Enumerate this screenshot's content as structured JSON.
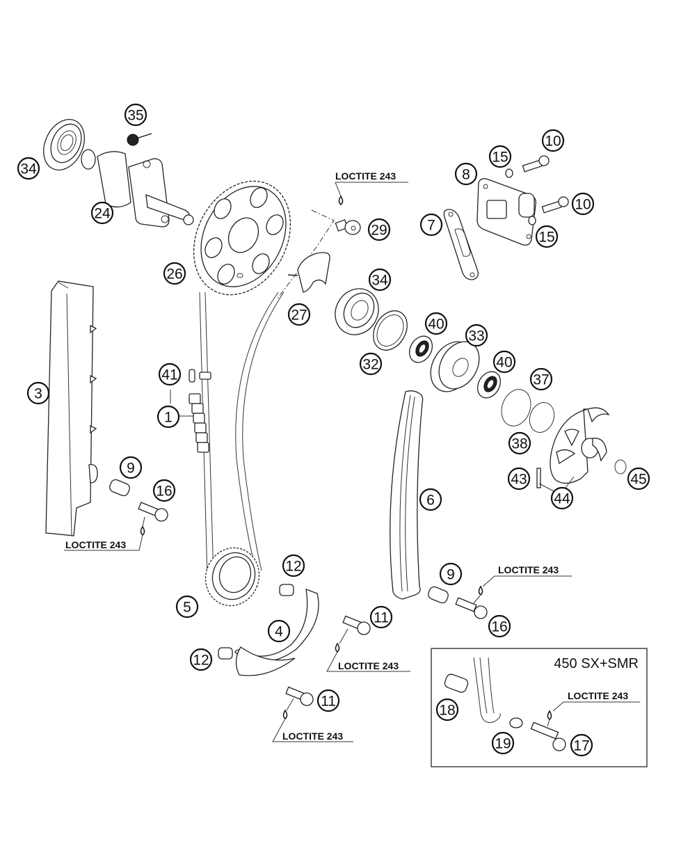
{
  "diagram": {
    "title": "Timing chain / camshaft / water pump exploded view",
    "callouts": [
      {
        "id": "c35",
        "label": "35"
      },
      {
        "id": "c34a",
        "label": "34"
      },
      {
        "id": "c24",
        "label": "24"
      },
      {
        "id": "c26",
        "label": "26"
      },
      {
        "id": "c29",
        "label": "29"
      },
      {
        "id": "c27",
        "label": "27"
      },
      {
        "id": "c8",
        "label": "8"
      },
      {
        "id": "c7",
        "label": "7"
      },
      {
        "id": "c15a",
        "label": "15"
      },
      {
        "id": "c15b",
        "label": "15"
      },
      {
        "id": "c10a",
        "label": "10"
      },
      {
        "id": "c10b",
        "label": "10"
      },
      {
        "id": "c34b",
        "label": "34"
      },
      {
        "id": "c32",
        "label": "32"
      },
      {
        "id": "c40a",
        "label": "40"
      },
      {
        "id": "c33",
        "label": "33"
      },
      {
        "id": "c40b",
        "label": "40"
      },
      {
        "id": "c37",
        "label": "37"
      },
      {
        "id": "c38",
        "label": "38"
      },
      {
        "id": "c43",
        "label": "43"
      },
      {
        "id": "c44",
        "label": "44"
      },
      {
        "id": "c45",
        "label": "45"
      },
      {
        "id": "c3",
        "label": "3"
      },
      {
        "id": "c41",
        "label": "41"
      },
      {
        "id": "c1",
        "label": "1"
      },
      {
        "id": "c9a",
        "label": "9"
      },
      {
        "id": "c16a",
        "label": "16"
      },
      {
        "id": "c6",
        "label": "6"
      },
      {
        "id": "c9b",
        "label": "9"
      },
      {
        "id": "c16b",
        "label": "16"
      },
      {
        "id": "c12a",
        "label": "12"
      },
      {
        "id": "c12b",
        "label": "12"
      },
      {
        "id": "c5",
        "label": "5"
      },
      {
        "id": "c4",
        "label": "4"
      },
      {
        "id": "c11a",
        "label": "11"
      },
      {
        "id": "c11b",
        "label": "11"
      },
      {
        "id": "c18",
        "label": "18"
      },
      {
        "id": "c19",
        "label": "19"
      },
      {
        "id": "c17",
        "label": "17"
      }
    ],
    "loctite_notes": [
      "LOCTITE 243",
      "LOCTITE 243",
      "LOCTITE 243",
      "LOCTITE 243",
      "LOCTITE 243",
      "LOCTITE 243"
    ],
    "inset": {
      "title": "450 SX+SMR"
    }
  }
}
